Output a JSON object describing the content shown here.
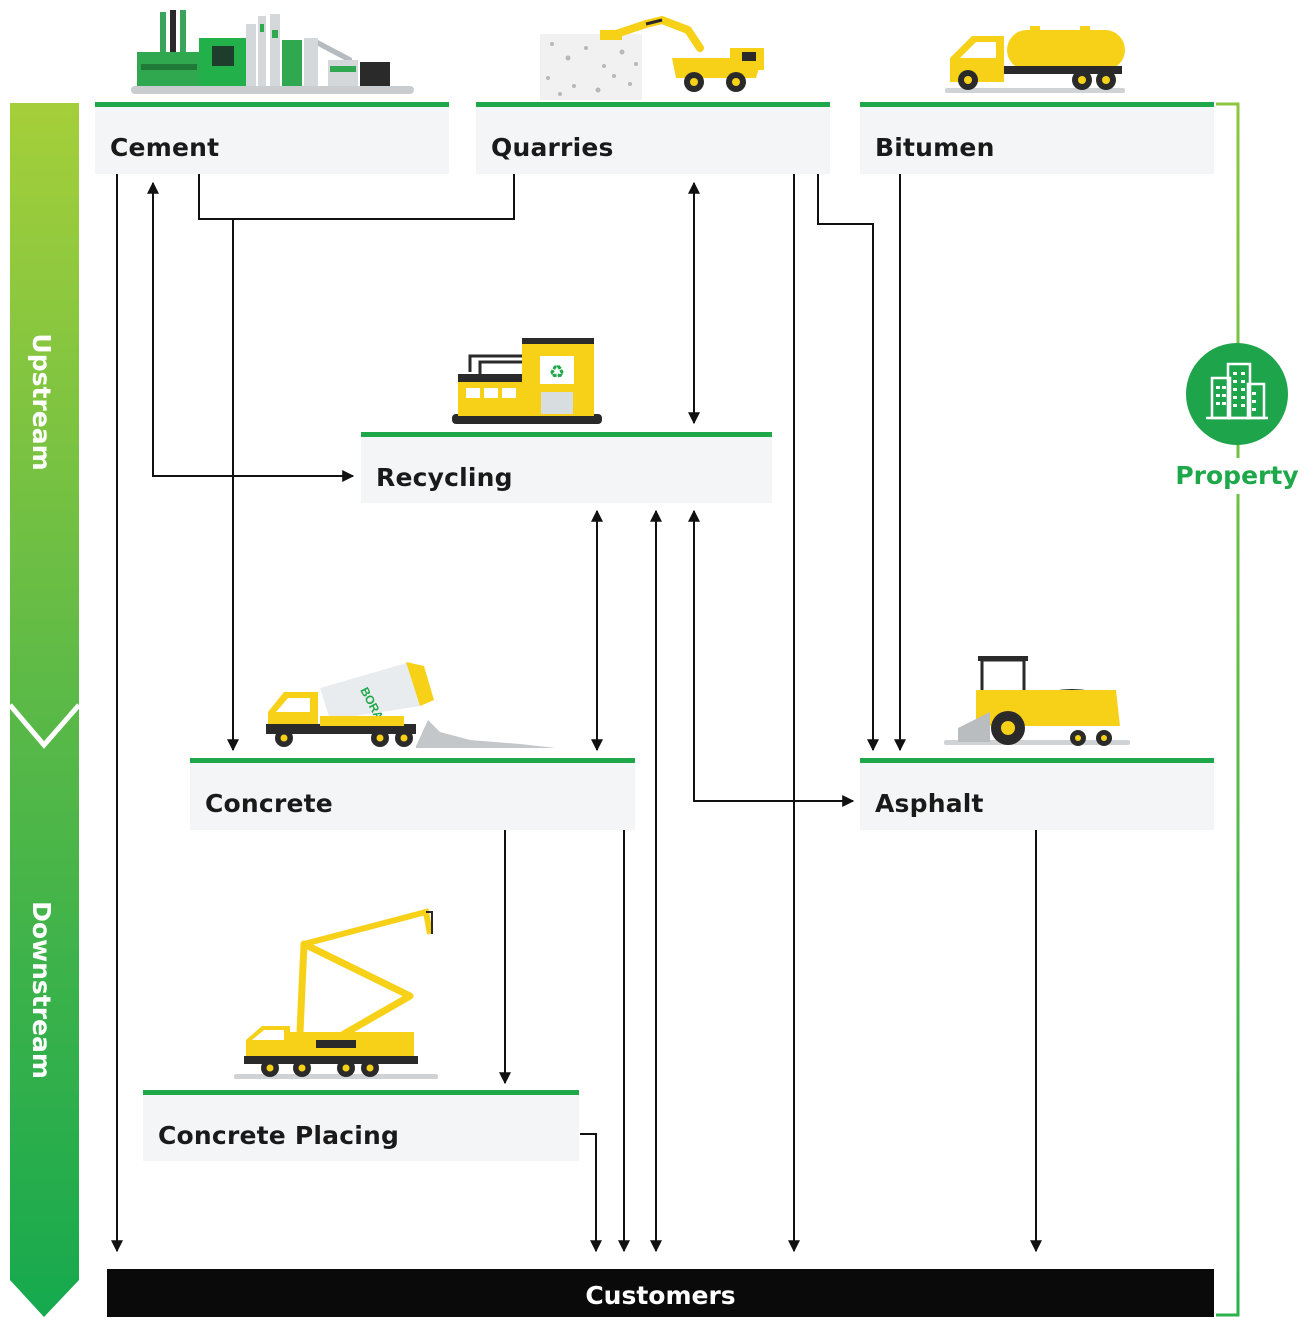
{
  "nodes": {
    "cement": "Cement",
    "quarries": "Quarries",
    "bitumen": "Bitumen",
    "recycling": "Recycling",
    "concrete": "Concrete",
    "asphalt": "Asphalt",
    "concrete_placing": "Concrete Placing",
    "customers": "Customers"
  },
  "side_labels": {
    "upstream": "Upstream",
    "downstream": "Downstream",
    "property": "Property"
  },
  "truck_logo": "BORAL",
  "colors": {
    "accent_green": "#1fa84a",
    "light_green": "#8cc63f",
    "machine_yellow": "#f7d117",
    "box_gray": "#f4f5f6",
    "customers_bar": "#0a0a0a"
  },
  "icons": [
    "cement-plant-icon",
    "quarry-excavator-icon",
    "bitumen-tanker-icon",
    "recycling-plant-icon",
    "concrete-mixer-truck-icon",
    "asphalt-paver-icon",
    "concrete-pump-truck-icon",
    "property-building-icon"
  ]
}
